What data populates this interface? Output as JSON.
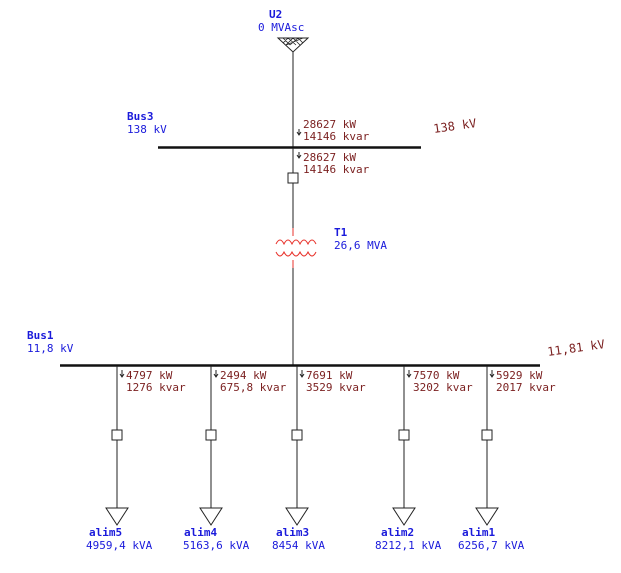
{
  "source": {
    "name": "U2",
    "rating": "0 MVAsc"
  },
  "buses": {
    "bus3": {
      "name": "Bus3",
      "nominal": "138 kV",
      "calc": "138 kV"
    },
    "bus1": {
      "name": "Bus1",
      "nominal": "11,8 kV",
      "calc": "11,81 kV"
    }
  },
  "transformer": {
    "name": "T1",
    "rating": "26,6 MVA"
  },
  "flows": {
    "source_to_bus3": {
      "p": "28627 kW",
      "q": "14146 kvar"
    },
    "bus3_to_t1": {
      "p": "28627 kW",
      "q": "14146 kvar"
    }
  },
  "loads": [
    {
      "name": "alim5",
      "rating": "4959,4 kVA",
      "p": "4797 kW",
      "q": "1276 kvar"
    },
    {
      "name": "alim4",
      "rating": "5163,6 kVA",
      "p": "2494 kW",
      "q": "675,8 kvar"
    },
    {
      "name": "alim3",
      "rating": "8454 kVA",
      "p": "7691 kW",
      "q": "3529 kvar"
    },
    {
      "name": "alim2",
      "rating": "8212,1 kVA",
      "p": "7570 kW",
      "q": "3202 kvar"
    },
    {
      "name": "alim1",
      "rating": "6256,7 kVA",
      "p": "5929 kW",
      "q": "2017 kvar"
    }
  ]
}
